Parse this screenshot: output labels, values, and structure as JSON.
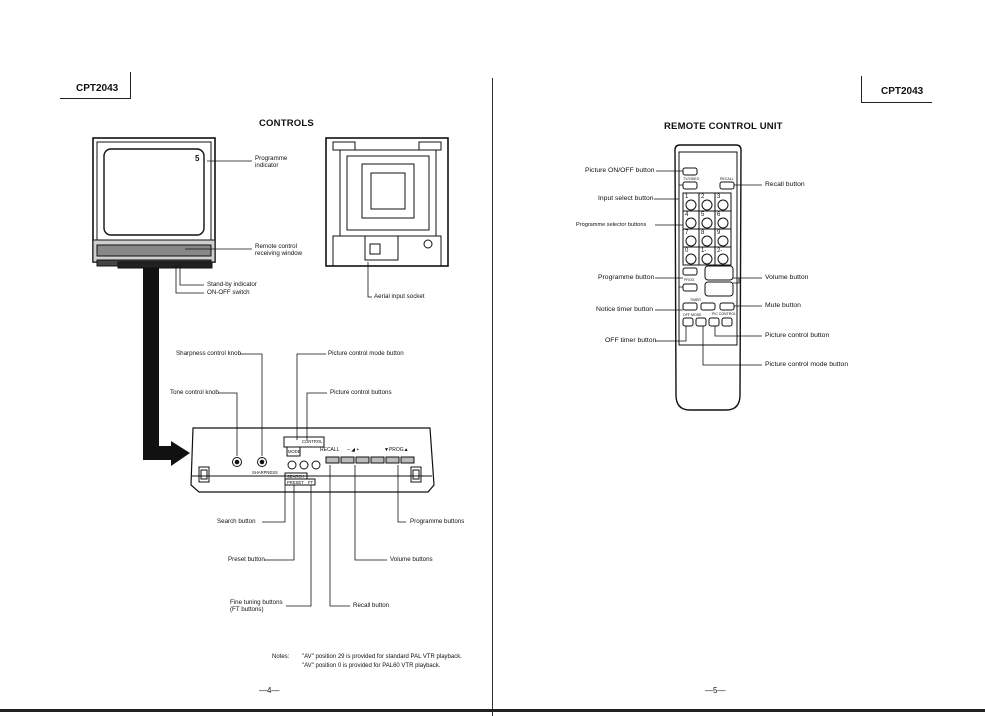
{
  "left_page": {
    "model": "CPT2043",
    "title": "CONTROLS",
    "labels": {
      "programme_indicator": "Programme\nindicator",
      "remote_window": "Remote control\nreceiving window",
      "standby": "Stand-by indicator",
      "onoff": "ON-OFF switch",
      "aerial": "Aerial input socket",
      "sharpness_knob": "Sharpness control knob",
      "tone_knob": "Tone control knob",
      "pic_mode_button": "Picture control mode button",
      "pic_control_buttons": "Picture control buttons",
      "search": "Search button",
      "preset": "Preset button",
      "fine_tuning": "Fine tuning buttons\n(FT buttons)",
      "programme_buttons": "Programme buttons",
      "volume_buttons": "Volume buttons",
      "recall_button": "Recall button"
    },
    "panel_texts": {
      "recall": "RECALL",
      "vol": "–  ◢  +",
      "prog": "▼PROG▲",
      "sharpness": "SHARPNESS",
      "search": "SEARCH",
      "preset": "PRESET",
      "ft": "FT",
      "mode": "MODE",
      "control": "CONTROL"
    },
    "screen_digit": "5",
    "notes_label": "Notes:",
    "notes": [
      "\"AV\" position 29 is provided for standard PAL VTR playback.",
      "\"AV\" position 0 is provided for PAL60 VTR playback."
    ],
    "page_number": "—4—"
  },
  "right_page": {
    "model": "CPT2043",
    "title": "REMOTE CONTROL UNIT",
    "labels": {
      "picture_onoff": "Picture ON/OFF button",
      "input_select": "Input select button",
      "programme_selector": "Programme selector buttons",
      "programme_button": "Programme button",
      "notice_timer": "Notice timer button",
      "off_timer": "OFF timer button",
      "recall": "Recall button",
      "volume": "Volume button",
      "mute": "Mute button",
      "picture_control": "Picture control button",
      "picture_control_mode": "Picture control mode button"
    },
    "remote_keys": [
      "1",
      "2",
      "3",
      "4",
      "5",
      "6",
      "7",
      "8",
      "9",
      "0",
      "1-",
      "2-"
    ],
    "remote_small_texts": {
      "tv_video": "TV/VIDEO",
      "recall": "RECALL",
      "timer": "TIMER",
      "prog": "PROG",
      "pic_control": "PIC CONTROL",
      "off_mode": "OFF  MODE"
    },
    "page_number": "—5—"
  }
}
